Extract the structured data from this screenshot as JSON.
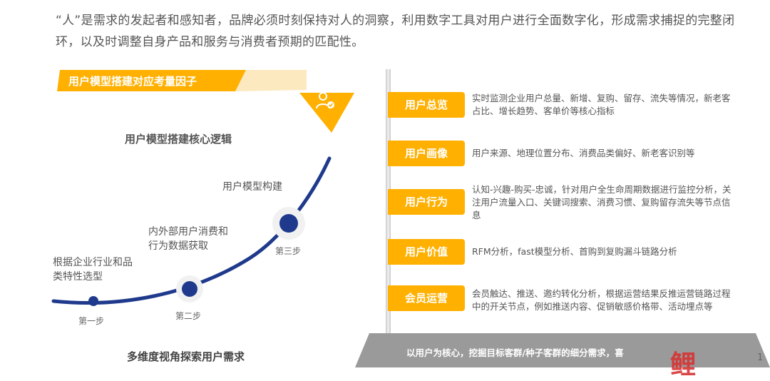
{
  "intro": {
    "text": "“人”是需求的发起者和感知者，品牌必须时刻保持对人的洞察，利用数字工具对用户进行全面数字化，形成需求捕捉的完整闭环，以及时调整自身产品和服务与消费者预期的匹配性。"
  },
  "left": {
    "banner": "用户模型搭建对应考量因子",
    "core_title": "用户模型搭建核心逻辑",
    "bottom_title": "多维度视角探索用户需求",
    "steps": [
      {
        "label": "根据企业行业和品类特性选型",
        "step": "第一步"
      },
      {
        "label": "内外部用户消费和行为数据获取",
        "step": "第二步"
      },
      {
        "label": "用户模型构建",
        "step": "第三步"
      }
    ]
  },
  "right": {
    "dimensions": [
      {
        "label": "用户总览",
        "desc": "实时监测企业用户总量、新增、复购、留存、流失等情况，新老客占比、增长趋势、客单价等核心指标"
      },
      {
        "label": "用户画像",
        "desc": "用户来源、地理位置分布、消费品类偏好、新老客识别等"
      },
      {
        "label": "用户行为",
        "desc": "认知-兴趣-购买-忠诚，针对用户全生命周期数据进行监控分析，关注用户流量入口、关键词搜索、消费习惯、复购留存流失等节点信息"
      },
      {
        "label": "用户价值",
        "desc": "RFM分析，fast模型分析、首购到复购漏斗链路分析"
      },
      {
        "label": "会员运营",
        "desc": "会员触达、推送、邀约转化分析，根据运营结果反推运营链路过程中的开关节点，例如推送内容、促销敏感价格带、活动埋点等"
      }
    ],
    "platform_text": "以用户为核心，挖掘目标客群/种子客群的细分需求，喜"
  },
  "watermark": "鲤",
  "page_number": "1",
  "colors": {
    "accent_yellow": "#ffb000",
    "curve_navy": "#1f3a8c",
    "platform_gray": "#9a9a9a"
  },
  "icons": {
    "banner_icon": "user-check-icon"
  }
}
